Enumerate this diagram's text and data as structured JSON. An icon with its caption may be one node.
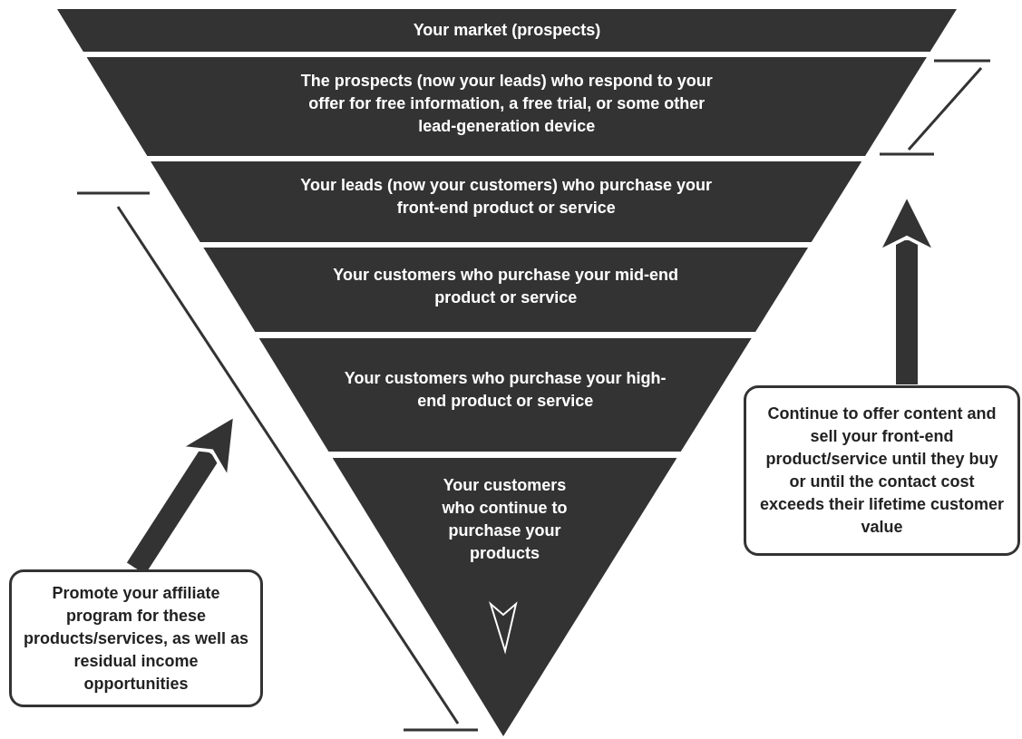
{
  "diagram": {
    "nodes": [
      {
        "text": [
          "Your market (prospects)"
        ]
      },
      {
        "text": [
          "The prospects (now your leads) who respond to your offer for free information, a free trial, or some other lead-generation device"
        ]
      },
      {
        "text": [
          "Your leads (now your customers) who purchase your front-end product or service"
        ]
      },
      {
        "text": [
          "Your customers who purchase your mid-end product or service"
        ]
      },
      {
        "text": [
          "Your customers who purchase your high-end product or service"
        ]
      },
      {
        "text": [
          "Your customers who continue to purchase your products"
        ]
      },
      {
        "text": [
          "Continue to offer content and sell your front-end product/service until they buy or until the contact cost exceeds their lifetime customer value"
        ]
      },
      {
        "text": [
          "Promote your affiliate program for these products/services, as well as residual income opportunities"
        ]
      }
    ],
    "edges": [
      {
        "from": 6,
        "to": 2,
        "arrow": "to"
      },
      {
        "from": 7,
        "to": 4,
        "arrow": "to"
      }
    ]
  }
}
